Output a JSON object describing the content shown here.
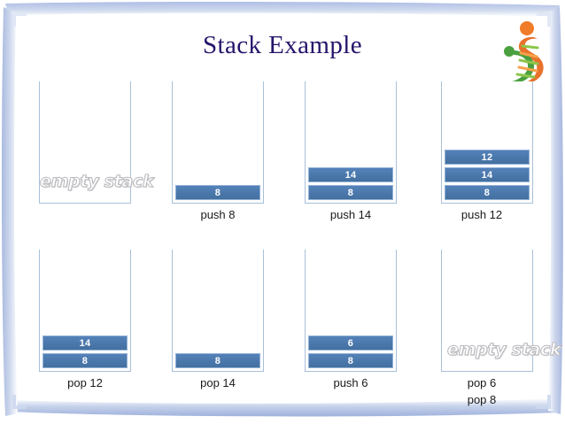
{
  "slide": {
    "title": "Stack Example",
    "title_color": "#26146b",
    "background": "#ffffff",
    "frame_color": "#b9c9e8",
    "block_color": "#4b79b0",
    "block_border_color": "#93b3d6",
    "box_border_color": "#a8bfd8",
    "caption_color": "#1a1a1a",
    "empty_label": "empty\nstack"
  },
  "logo": {
    "name": "dna-helix-logo",
    "orange": "#e8722c",
    "green": "#4aa03f",
    "light_orange": "#f59b3e",
    "light_green": "#86c24a"
  },
  "diagram": {
    "rows": [
      {
        "name": "top-row",
        "cells": [
          {
            "id": "stack-0",
            "empty": true,
            "empty_line1": "empty",
            "empty_line2": "stack",
            "items": [],
            "caption": [
              ""
            ]
          },
          {
            "id": "stack-1",
            "empty": false,
            "items": [
              "8"
            ],
            "caption": [
              "push 8"
            ]
          },
          {
            "id": "stack-2",
            "empty": false,
            "items": [
              "14",
              "8"
            ],
            "caption": [
              "push 14"
            ]
          },
          {
            "id": "stack-3",
            "empty": false,
            "items": [
              "12",
              "14",
              "8"
            ],
            "caption": [
              "push 12"
            ]
          }
        ]
      },
      {
        "name": "bottom-row",
        "cells": [
          {
            "id": "stack-4",
            "empty": false,
            "items": [
              "14",
              "8"
            ],
            "caption": [
              "pop 12"
            ]
          },
          {
            "id": "stack-5",
            "empty": false,
            "items": [
              "8"
            ],
            "caption": [
              "pop 14"
            ]
          },
          {
            "id": "stack-6",
            "empty": false,
            "items": [
              "6",
              "8"
            ],
            "caption": [
              "push 6"
            ]
          },
          {
            "id": "stack-7",
            "empty": true,
            "empty_line1": "empty",
            "empty_line2": "stack",
            "items": [],
            "caption": [
              "pop 6",
              "pop 8"
            ]
          }
        ]
      }
    ]
  }
}
